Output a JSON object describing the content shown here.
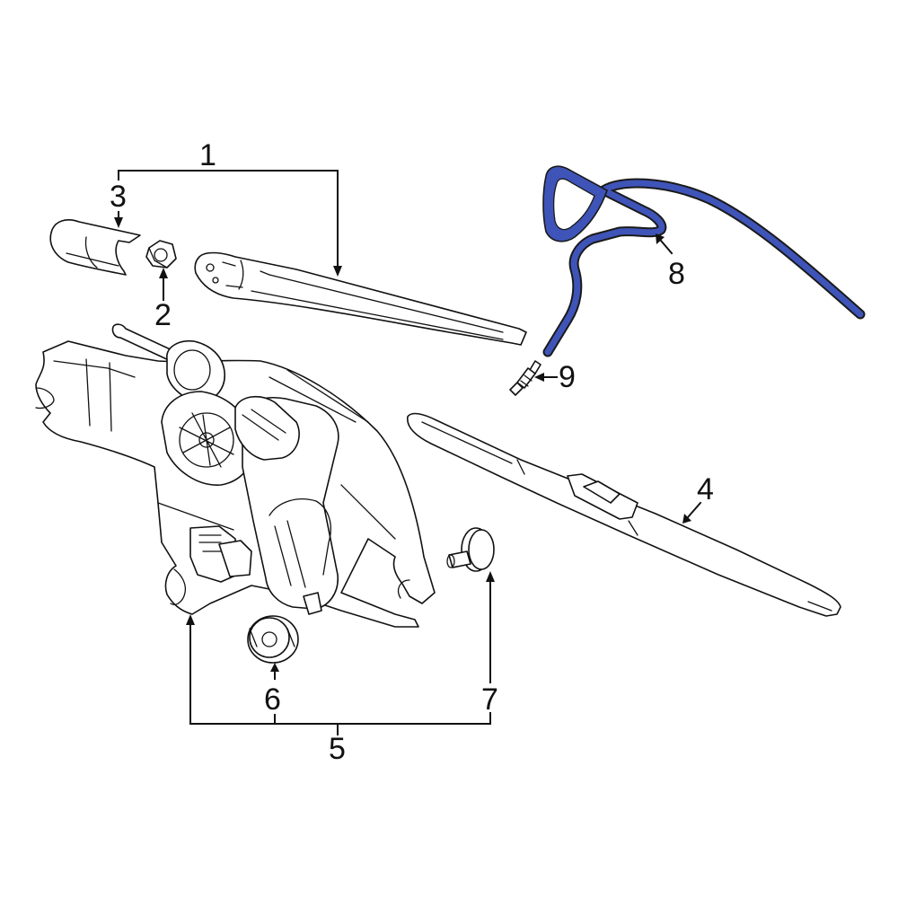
{
  "colors": {
    "highlight": "#3f54b8",
    "line": "#111111",
    "background": "#ffffff"
  },
  "callouts": {
    "c1": "1",
    "c2": "2",
    "c3": "3",
    "c4": "4",
    "c5": "5",
    "c6": "6",
    "c7": "7",
    "c8": "8",
    "c9": "9"
  }
}
